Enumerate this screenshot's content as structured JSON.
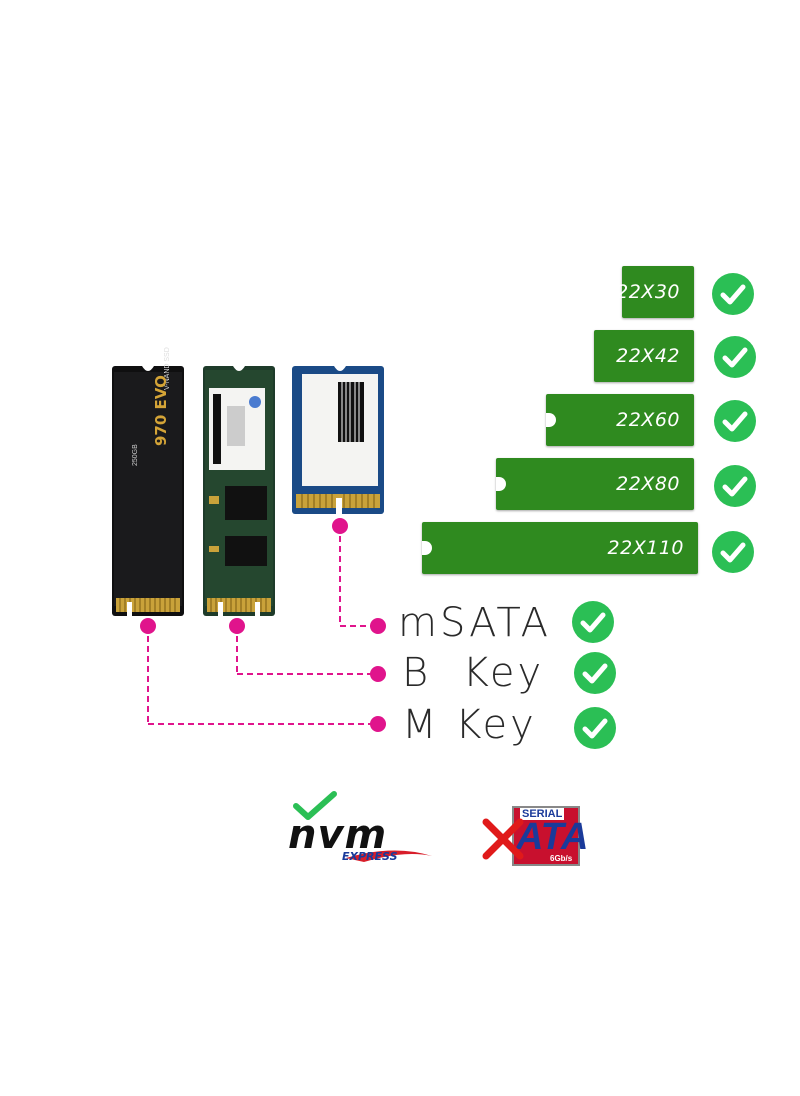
{
  "colors": {
    "bar_green": "#2f8a1f",
    "check_green": "#2bbf55",
    "connector_pink": "#e0148c",
    "cross_red": "#e01a1a"
  },
  "form_factors": [
    {
      "label": "22X30",
      "supported": true
    },
    {
      "label": "22X42",
      "supported": true
    },
    {
      "label": "22X60",
      "supported": true
    },
    {
      "label": "22X80",
      "supported": true
    },
    {
      "label": "22X110",
      "supported": true
    }
  ],
  "interfaces": [
    {
      "label": "mSATA",
      "supported": true
    },
    {
      "label": "B  Key",
      "supported": true
    },
    {
      "label": "M Key",
      "supported": true
    }
  ],
  "ssd_labels": {
    "m_key_model": "970 EVO",
    "m_key_brand": "V-NAND SSD",
    "m_key_capacity": "250GB"
  },
  "protocols": {
    "nvme_main": "nvm",
    "nvme_sub": "EXPRESS",
    "nvme_supported": true,
    "sata_top": "SERIAL",
    "sata_main": "ATA",
    "sata_speed": "6Gb/s",
    "sata_supported": false
  }
}
